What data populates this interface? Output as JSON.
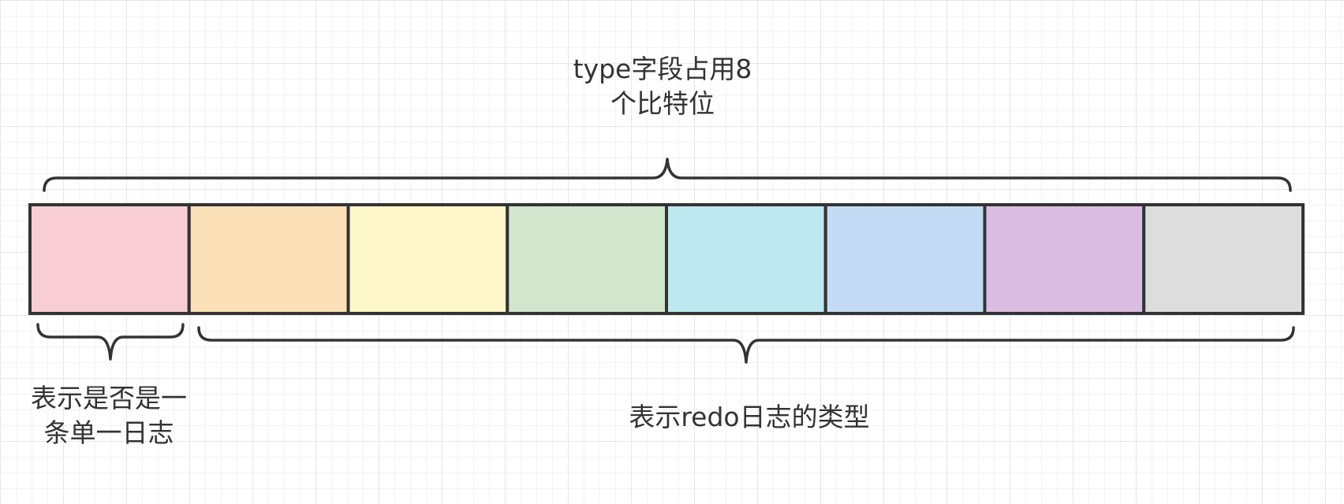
{
  "labels": {
    "type_field": [
      "type字段占用8",
      "个比特位"
    ],
    "single_log_flag": [
      "表示是否是一",
      "条单一日志"
    ],
    "redo_log_type": "表示redo日志的类型"
  },
  "bits": [
    {
      "color": "#f8cdd4"
    },
    {
      "color": "#fbe0b8"
    },
    {
      "color": "#fdf7c9"
    },
    {
      "color": "#d1e6cc"
    },
    {
      "color": "#bde8ef"
    },
    {
      "color": "#c3dbf5"
    },
    {
      "color": "#dbbde3"
    },
    {
      "color": "#dddddd"
    }
  ]
}
